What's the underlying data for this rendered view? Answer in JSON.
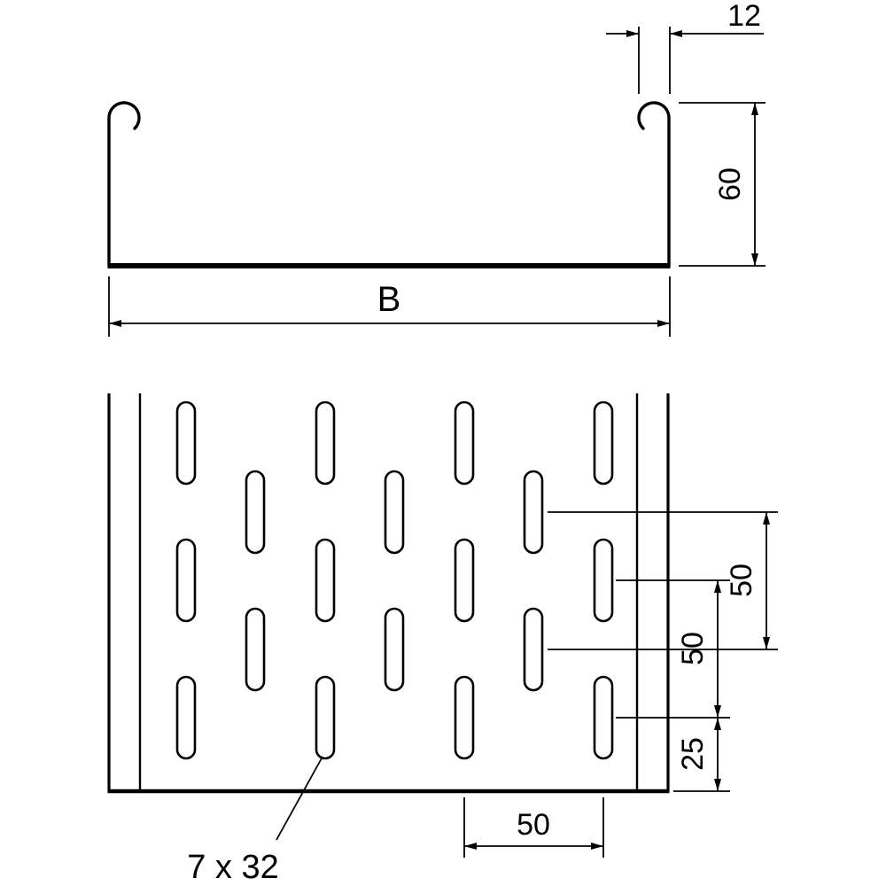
{
  "page": {
    "background": "#ffffff",
    "line_color": "#000000"
  },
  "cross_section": {
    "dim_flange_width": "12",
    "dim_side_height": "60",
    "dim_overall_width": "B"
  },
  "plan_view": {
    "dim_slot_row_pitch_staggered": "50",
    "dim_slot_row_pitch": "50",
    "dim_end_distance": "25",
    "dim_slot_column_pitch": "50",
    "slot_size_label": "7 x 32"
  }
}
